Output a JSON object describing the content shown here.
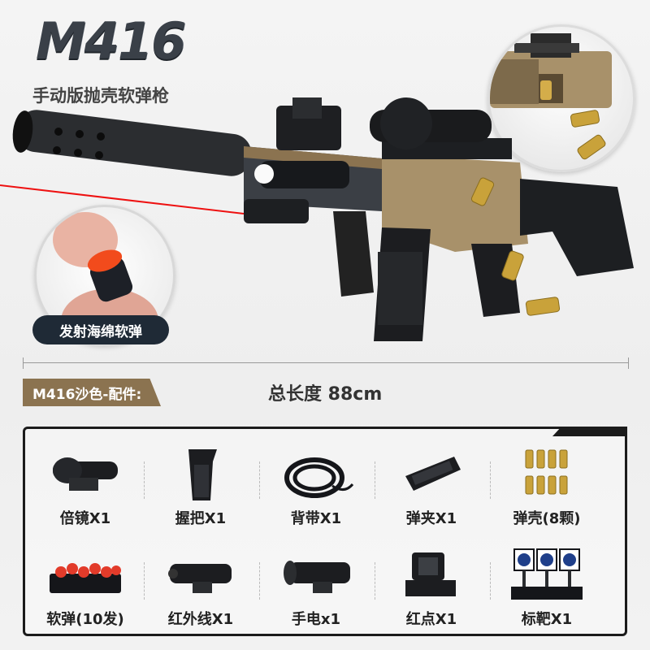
{
  "header": {
    "title": "M416",
    "subtitle": "手动版抛壳软弹枪"
  },
  "foam": {
    "badge": "发射海绵软弹"
  },
  "dimension": {
    "length_label": "总长度 88cm"
  },
  "accessories": {
    "tab_label": "M416沙色-配件:",
    "items": [
      {
        "label": "倍镜X1",
        "icon": "scope-icon"
      },
      {
        "label": "握把X1",
        "icon": "grip-icon"
      },
      {
        "label": "背带X1",
        "icon": "sling-icon"
      },
      {
        "label": "弹夹X1",
        "icon": "magazine-icon"
      },
      {
        "label": "弹壳(8颗)",
        "icon": "shells-icon"
      },
      {
        "label": "软弹(10发)",
        "icon": "foam-darts-icon"
      },
      {
        "label": "红外线X1",
        "icon": "laser-icon"
      },
      {
        "label": "手电x1",
        "icon": "flashlight-icon"
      },
      {
        "label": "红点X1",
        "icon": "red-dot-icon"
      },
      {
        "label": "标靶X1",
        "icon": "target-icon"
      }
    ]
  },
  "colors": {
    "tan": "#8b7350",
    "dark": "#1f2a36",
    "brass": "#c9a23a"
  }
}
